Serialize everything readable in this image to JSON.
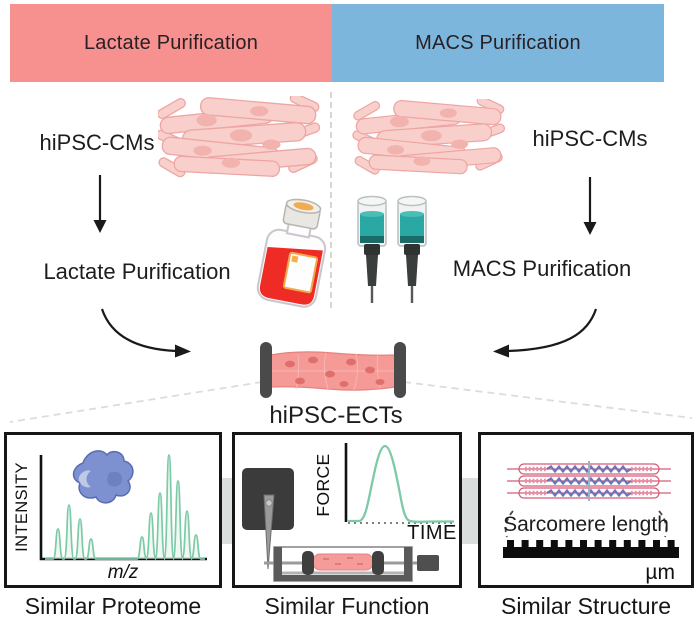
{
  "colors": {
    "lactate_header": "#f6918f",
    "macs_header": "#7db6dc",
    "spectrum_green": "#7ccaa6",
    "tissue_pink": "#f59a97",
    "macs_teal": "#2aa9a4",
    "media_red": "#ee2b24",
    "protein_blue": "#7d90cf",
    "sarcomere_pink": "#d85c78",
    "sarcomere_blue": "#6a74b6"
  },
  "header": {
    "lactate_label": "Lactate Purification",
    "macs_label": "MACS Purification"
  },
  "workflow": {
    "lactate": {
      "cells_label": "hiPSC-CMs",
      "step_label": "Lactate Purification"
    },
    "macs": {
      "cells_label": "hiPSC-CMs",
      "step_label": "MACS Purification"
    },
    "result_label": "hiPSC-ECTs"
  },
  "panels": {
    "proteome": {
      "caption": "Similar Proteome",
      "y_axis_label": "INTENSITY",
      "x_axis_label": "m/z"
    },
    "function": {
      "caption": "Similar Function",
      "y_axis_label": "FORCE",
      "x_axis_label": "TIME"
    },
    "structure": {
      "caption": "Similar Structure",
      "annotation": "Sarcomere length",
      "scale_unit": "µm"
    }
  }
}
